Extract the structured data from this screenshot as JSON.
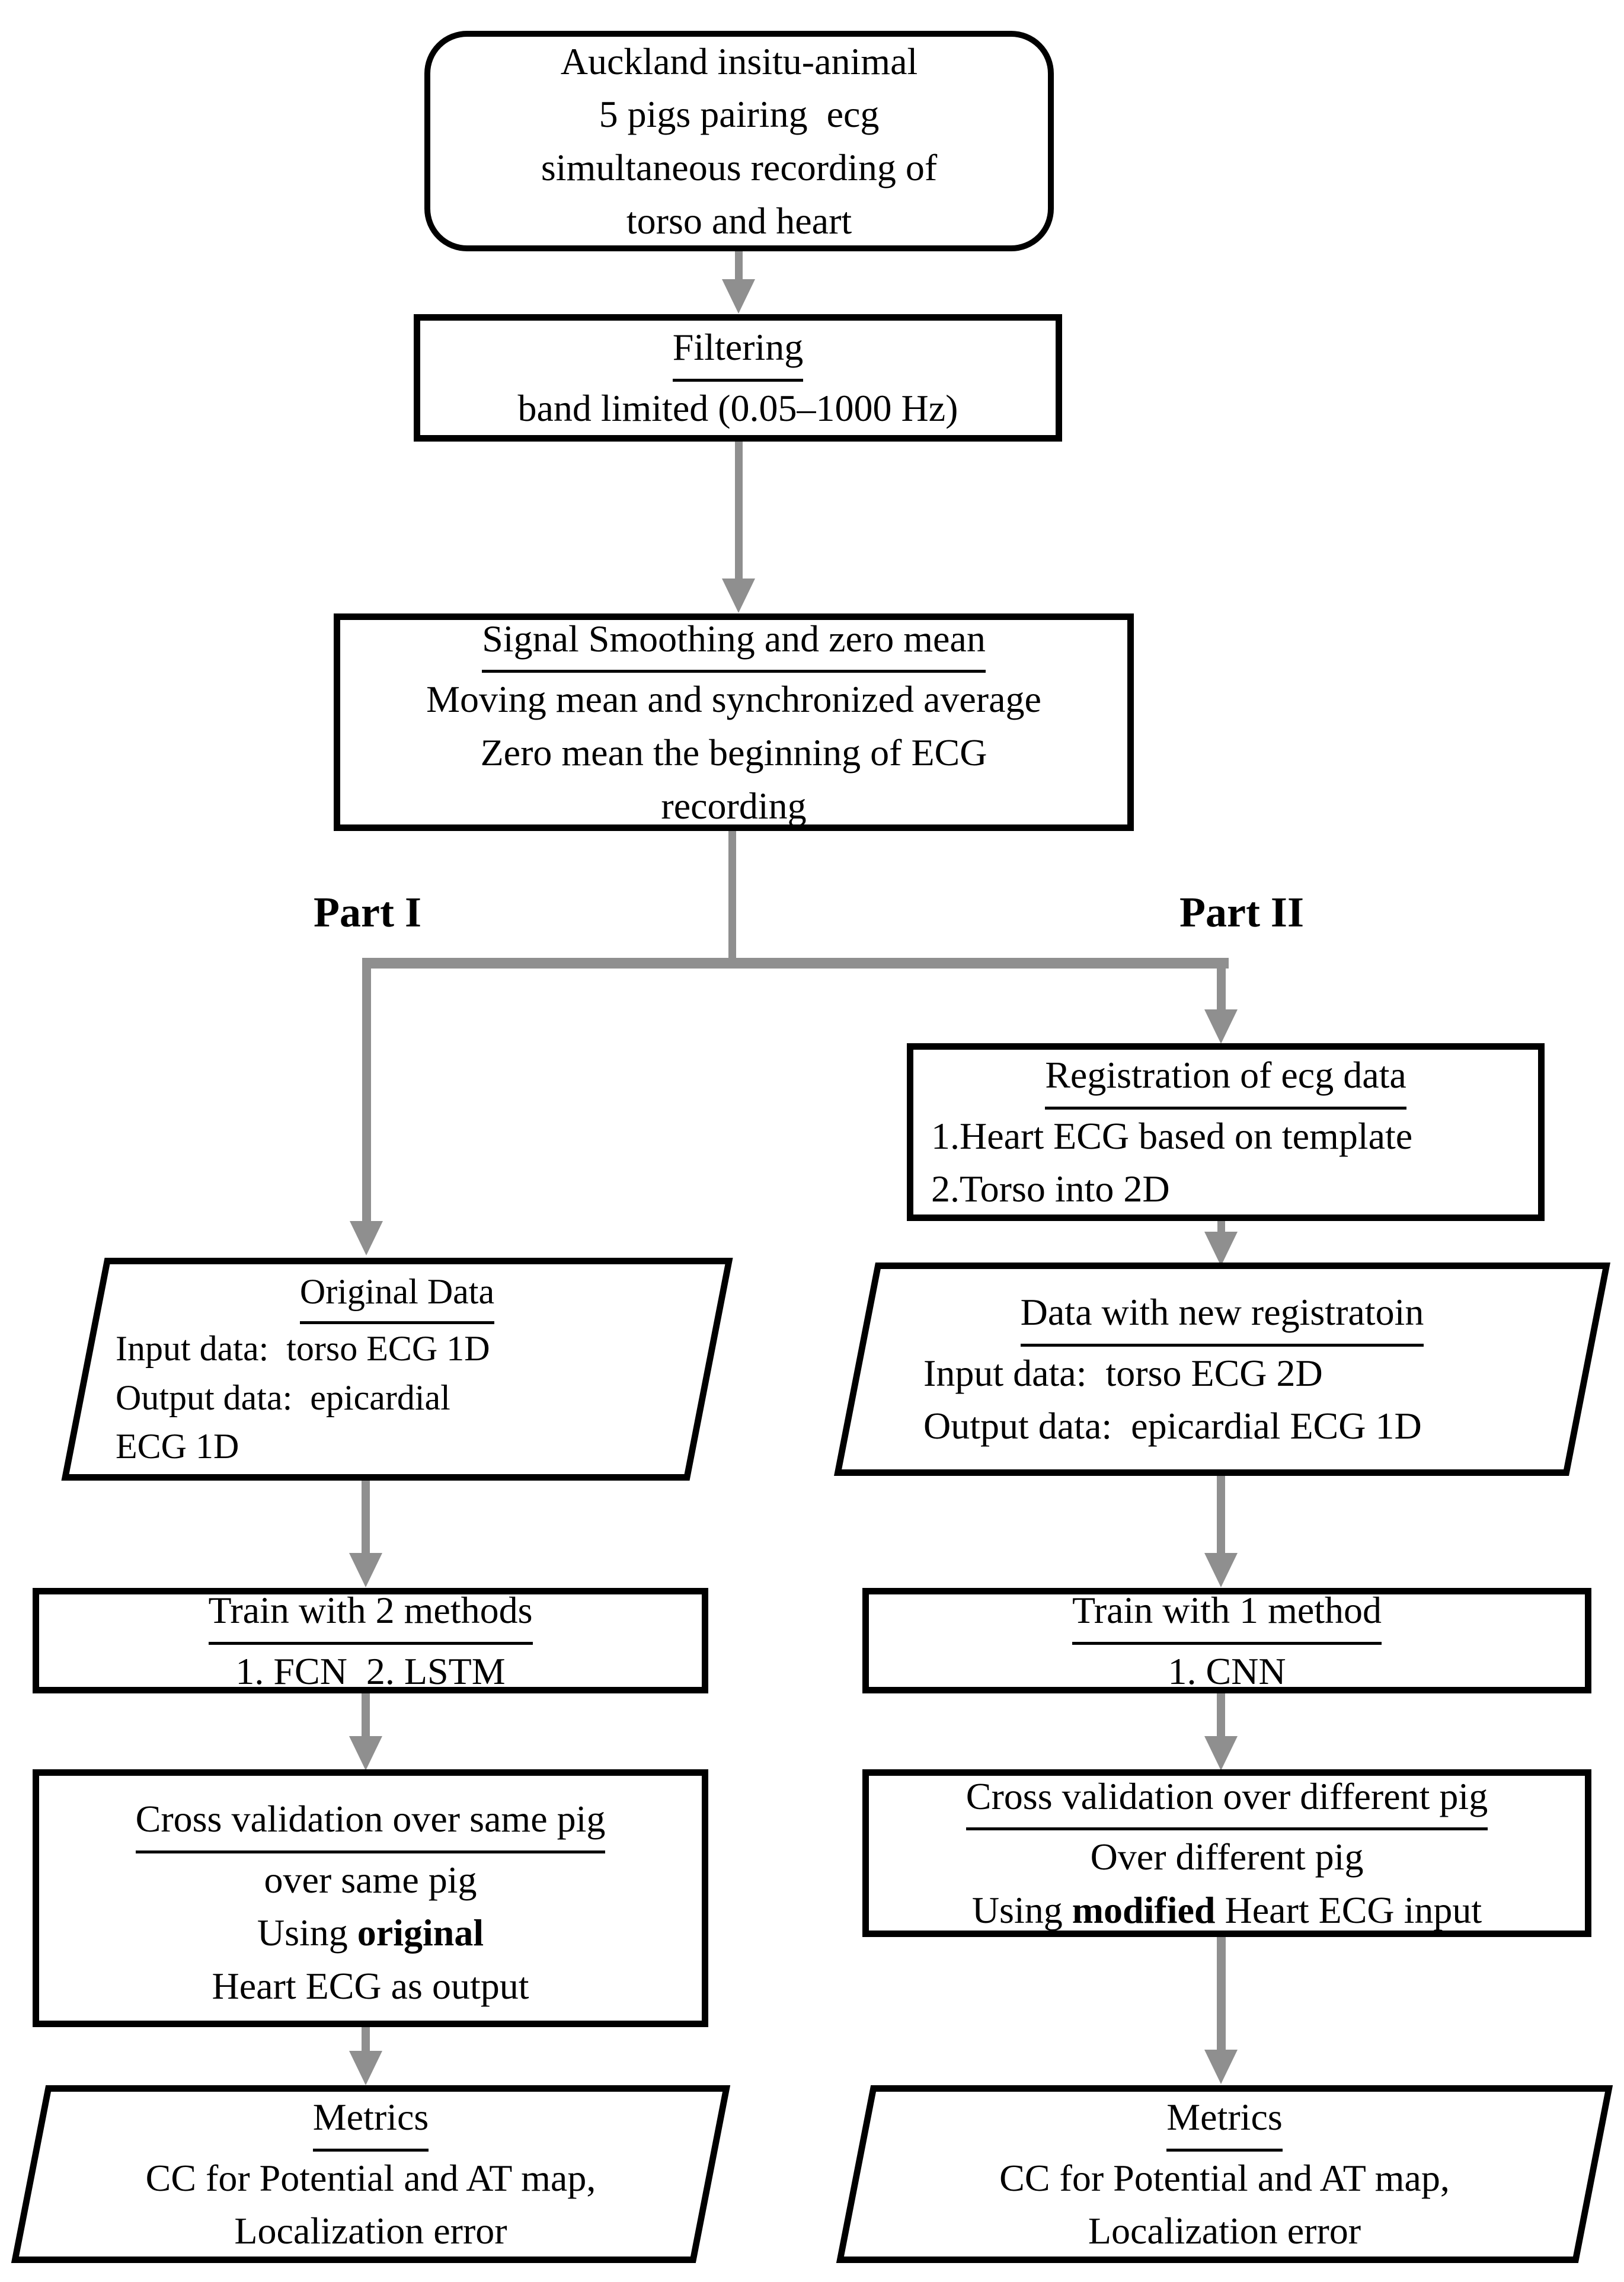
{
  "diagram": {
    "top_box": {
      "lines": [
        "Auckland insitu-animal",
        "5 pigs pairing  ecg",
        "simultaneous recording of",
        "torso and heart"
      ]
    },
    "filtering": {
      "title": "Filtering",
      "subtitle": "band limited (0.05–1000 Hz)"
    },
    "smoothing": {
      "title": "Signal Smoothing and zero mean",
      "lines": [
        "Moving mean and synchronized average",
        "Zero mean the beginning of ECG",
        "recording"
      ]
    },
    "branches": {
      "part1_label": "Part I",
      "part2_label": "Part II"
    },
    "registration": {
      "title": "Registration of ecg data",
      "items": [
        "1.Heart ECG based on template",
        "2.Torso into 2D"
      ]
    },
    "original_data": {
      "title": "Original Data",
      "lines": [
        "Input data:  torso ECG 1D",
        "Output data:  epicardial",
        "ECG 1D"
      ]
    },
    "new_registration_data": {
      "title": "Data with new registratoin",
      "lines": [
        "Input data:  torso ECG 2D",
        "Output data:  epicardial ECG 1D"
      ]
    },
    "train_part1": {
      "title": "Train with 2 methods",
      "methods": "1. FCN  2. LSTM"
    },
    "train_part2": {
      "title": "Train with 1 method",
      "methods": "1. CNN"
    },
    "cross_validation_part1": {
      "title": "Cross validation over same pig",
      "line2": "over same pig",
      "line3_prefix": "Using ",
      "line3_bold": "original",
      "line4": "Heart ECG as output"
    },
    "cross_validation_part2": {
      "title": "Cross validation over different pig",
      "line2": "Over different pig",
      "line3_prefix": "Using ",
      "line3_bold": "modified",
      "line3_suffix": " Heart ECG input"
    },
    "metrics_part1": {
      "title": "Metrics",
      "lines": [
        "CC for Potential and AT map,",
        "Localization error"
      ]
    },
    "metrics_part2": {
      "title": "Metrics",
      "lines": [
        "CC for Potential and AT map,",
        "Localization error"
      ]
    }
  },
  "colors": {
    "node_border": "#000000",
    "text": "#000000",
    "arrow_gray": "#8f8f8f",
    "background": "#ffffff"
  }
}
